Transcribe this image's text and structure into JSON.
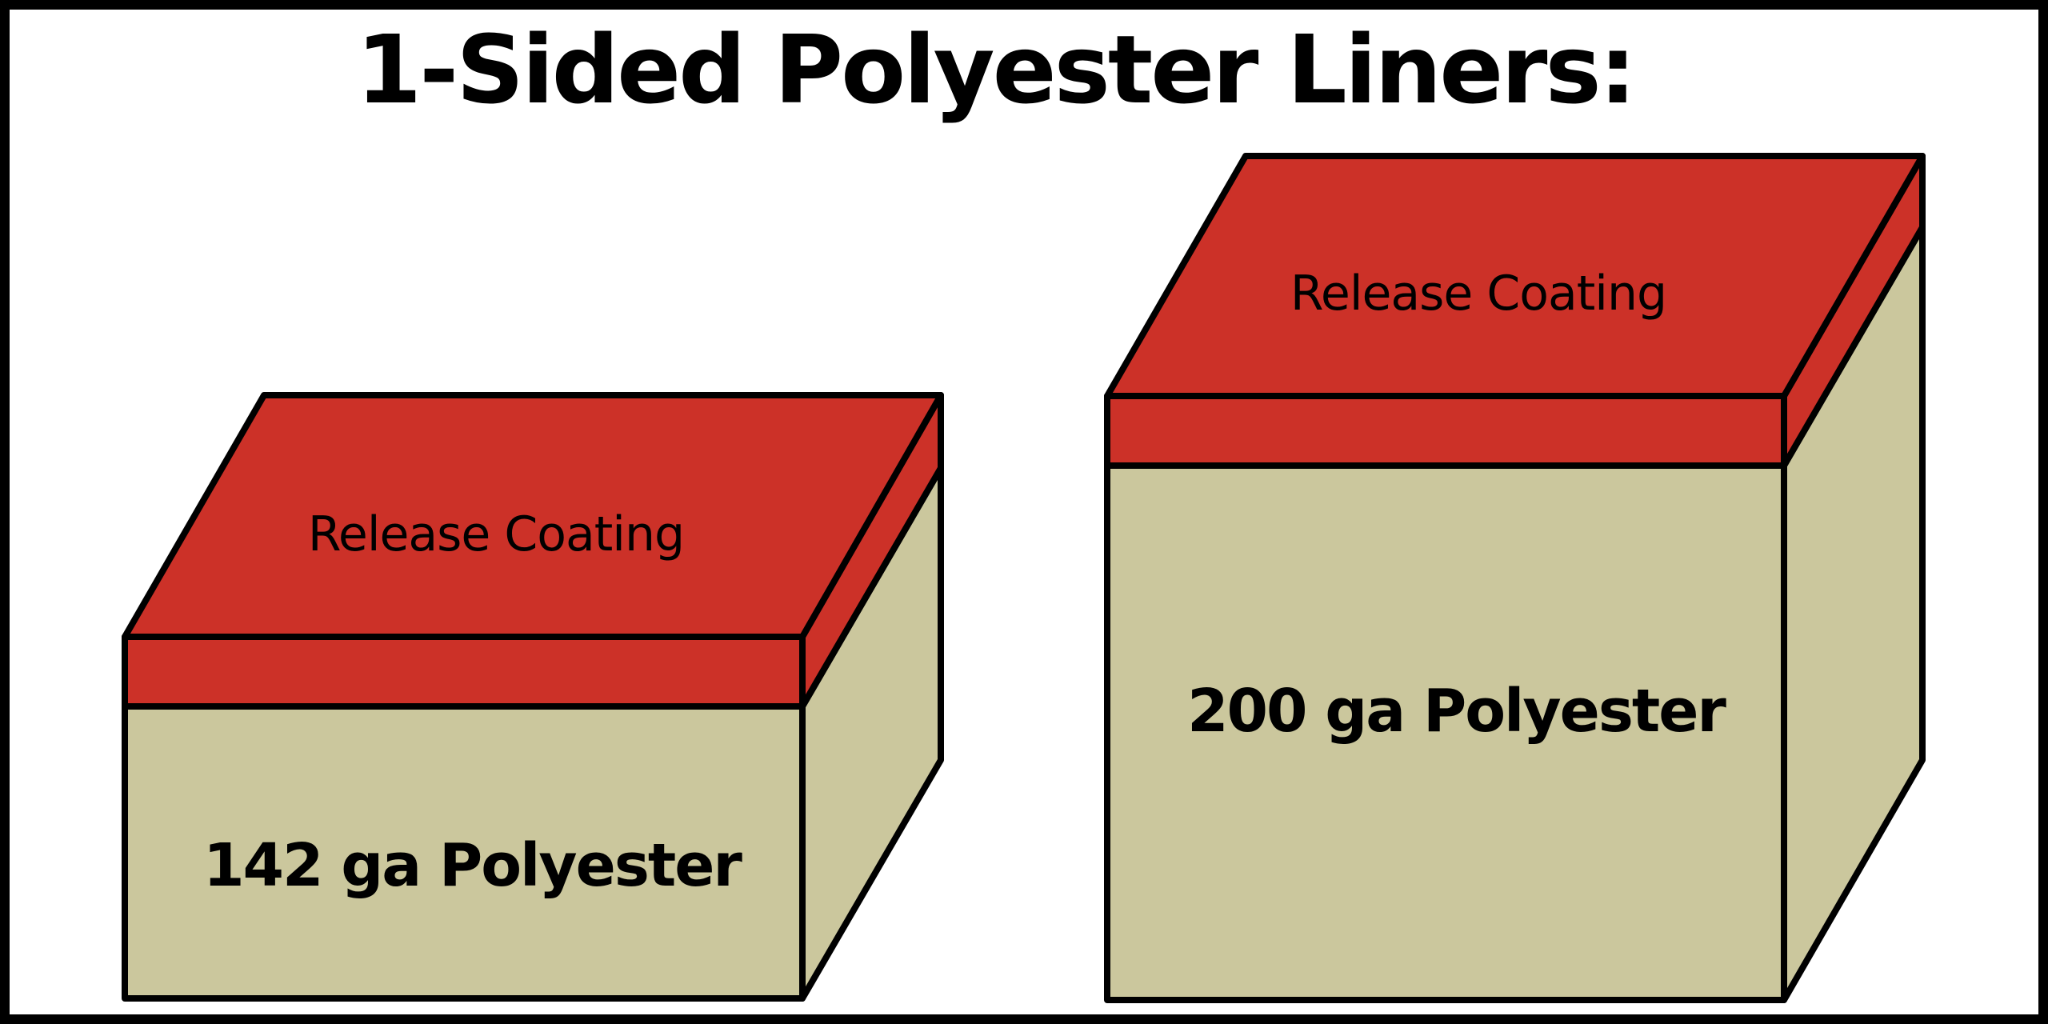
{
  "title": "1-Sided Polyester Liners:",
  "colors": {
    "coating": "#cc3128",
    "polyester": "#cbc79d",
    "outline": "#000000",
    "background": "#ffffff"
  },
  "liners": [
    {
      "coating_label": "Release Coating",
      "base_label": "142 ga Polyester",
      "gauge": 142
    },
    {
      "coating_label": "Release Coating",
      "base_label": "200 ga Polyester",
      "gauge": 200
    }
  ]
}
